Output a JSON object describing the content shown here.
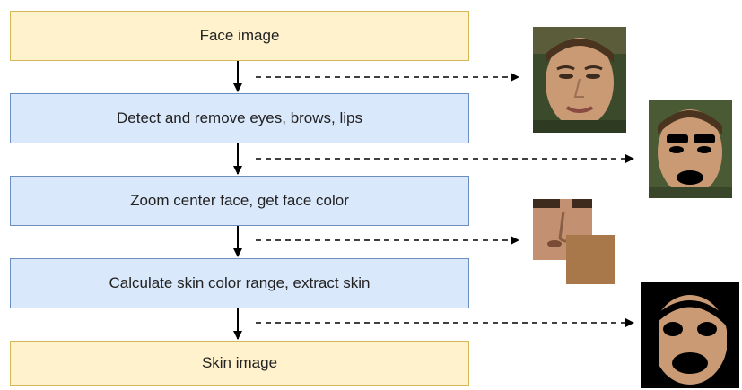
{
  "steps": [
    {
      "label": "Face image",
      "kind": "terminal"
    },
    {
      "label": "Detect and remove eyes, brows, lips",
      "kind": "process"
    },
    {
      "label": "Zoom center face, get face color",
      "kind": "process"
    },
    {
      "label": "Calculate skin color range, extract skin",
      "kind": "process"
    },
    {
      "label": "Skin image",
      "kind": "terminal"
    }
  ],
  "colors": {
    "terminal_fill": "#fff2cc",
    "terminal_border": "#d6b656",
    "process_fill": "#dae8fc",
    "process_border": "#6c8ebf",
    "arrow": "#000000",
    "skin_swatch": "#a8784a"
  },
  "images": [
    {
      "name": "face-photo",
      "description_icon": "face-photo-icon"
    },
    {
      "name": "face-features-removed",
      "description_icon": "masked-face-icon"
    },
    {
      "name": "face-center-crop",
      "description_icon": "face-crop-icon"
    },
    {
      "name": "skin-color-swatch",
      "description_icon": "color-swatch-icon"
    },
    {
      "name": "extracted-skin",
      "description_icon": "skin-mask-icon"
    }
  ]
}
